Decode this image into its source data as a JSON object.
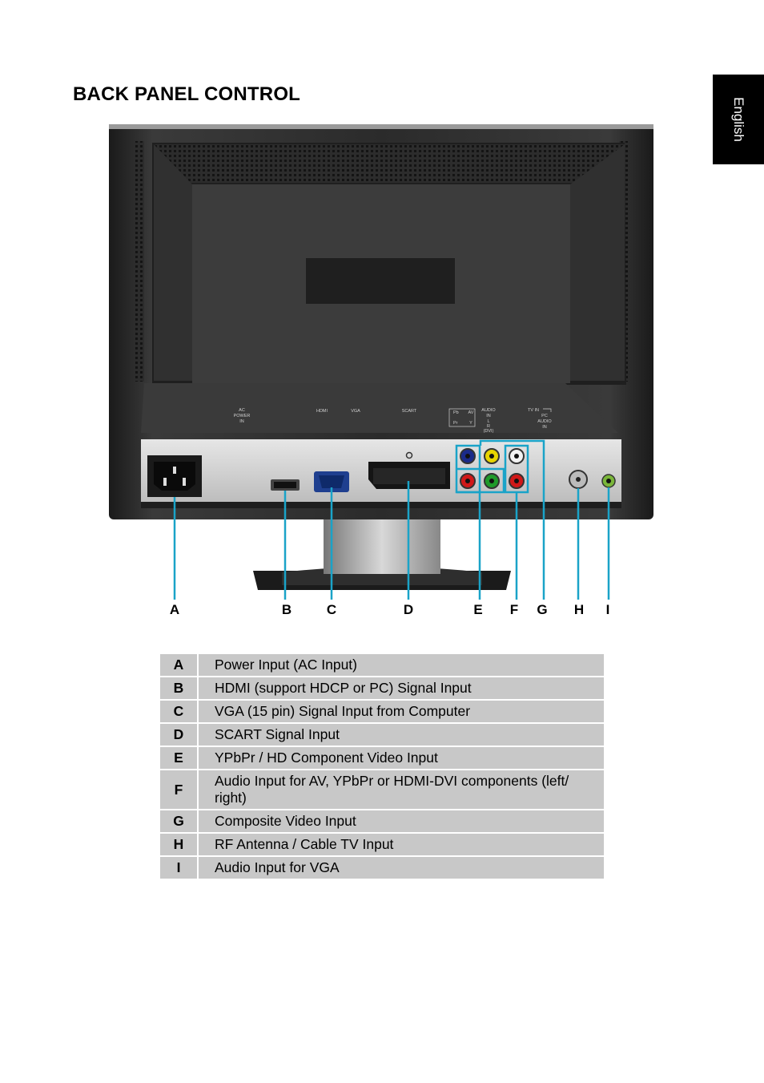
{
  "side_tab": "English",
  "page_title": "BACK PANEL CONTROL",
  "panel_labels": {
    "ac": "AC",
    "power": "POWER",
    "in": "IN",
    "hdmi": "HDMI",
    "vga": "VGA",
    "scart": "SCART",
    "pb": "Pb",
    "pr": "Pr",
    "av": "AV",
    "y": "Y",
    "audio": "AUDIO",
    "audio_in": "IN",
    "l": "L",
    "r": "R",
    "dvi": "(DVI)",
    "tvin": "TV IN",
    "pc": "PC",
    "pc_audio": "AUDIO",
    "pc_in": "IN"
  },
  "callouts": [
    "A",
    "B",
    "C",
    "D",
    "E",
    "F",
    "G",
    "H",
    "I"
  ],
  "legend": [
    {
      "key": "A",
      "desc": "Power Input (AC Input)"
    },
    {
      "key": "B",
      "desc": "HDMI (support HDCP or PC) Signal Input"
    },
    {
      "key": "C",
      "desc": "VGA (15 pin) Signal Input from Computer"
    },
    {
      "key": "D",
      "desc": "SCART Signal Input"
    },
    {
      "key": "E",
      "desc": "YPbPr / HD Component Video Input"
    },
    {
      "key": "F",
      "desc": "Audio Input for AV, YPbPr or HDMI-DVI components (left/ right)"
    },
    {
      "key": "G",
      "desc": "Composite Video Input"
    },
    {
      "key": "H",
      "desc": "RF Antenna / Cable TV Input"
    },
    {
      "key": "I",
      "desc": "Audio Input for VGA"
    }
  ],
  "colors": {
    "callout_line": "#1aa3c8",
    "table_bg": "#c8c8c8",
    "monitor_body": "#2a2a2a"
  }
}
